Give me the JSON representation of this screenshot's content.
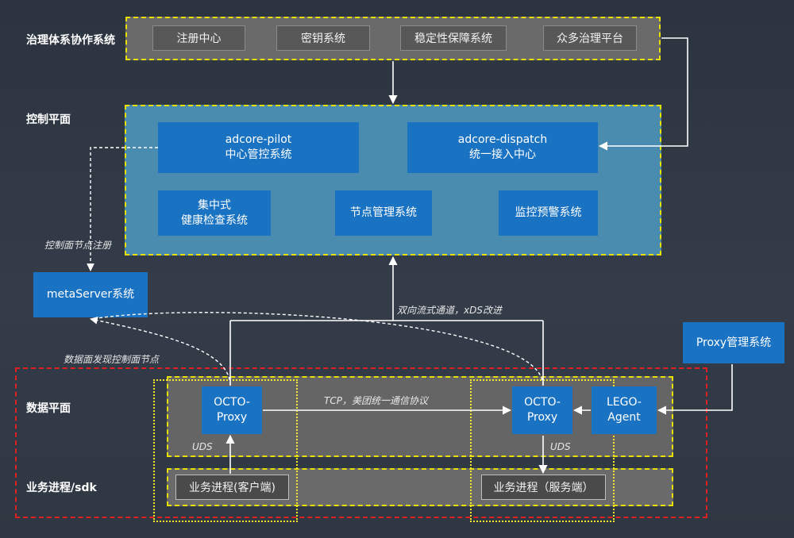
{
  "layers": {
    "governance": "治理体系协作系统",
    "control": "控制平面",
    "data": "数据平面",
    "business": "业务进程/sdk"
  },
  "governance_items": [
    "注册中心",
    "密钥系统",
    "稳定性保障系统",
    "众多治理平台"
  ],
  "control_plane": {
    "pilot": {
      "line1": "adcore-pilot",
      "line2": "中心管控系统"
    },
    "dispatch": {
      "line1": "adcore-dispatch",
      "line2": "统一接入中心"
    },
    "health": {
      "line1": "集中式",
      "line2": "健康检查系统"
    },
    "node_mgmt": "节点管理系统",
    "monitor": "监控预警系统"
  },
  "meta_server": "metaServer系统",
  "proxy_mgmt": "Proxy管理系统",
  "data_plane": {
    "octo_left": {
      "line1": "OCTO-",
      "line2": "Proxy"
    },
    "octo_right": {
      "line1": "OCTO-",
      "line2": "Proxy"
    },
    "lego": {
      "line1": "LEGO-",
      "line2": "Agent"
    }
  },
  "business": {
    "client": "业务进程(客户端)",
    "server": "业务进程（服务端）"
  },
  "annotations": {
    "register": "控制面节点注册",
    "discover": "数据面发现控制面节点",
    "stream": "双向流式通道，xDS改进",
    "tcp": "TCP，美团统一通信协议",
    "uds_left": "UDS",
    "uds_right": "UDS"
  }
}
